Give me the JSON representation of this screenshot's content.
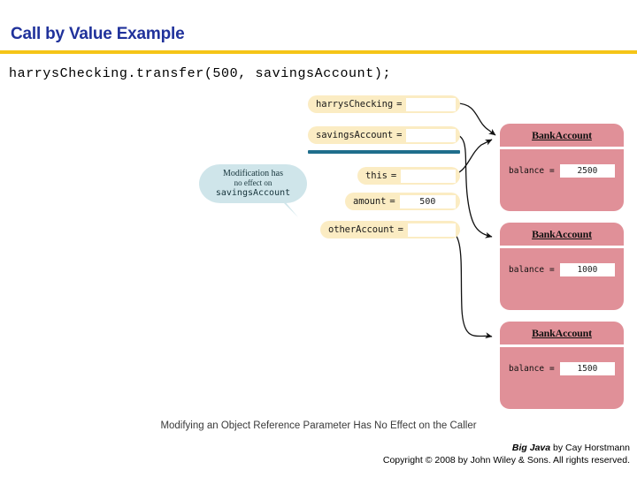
{
  "slide": {
    "title": "Call by Value Example",
    "title_color": "#20329B",
    "rule_color": "#F5C518",
    "code": "harrysChecking.transfer(500, savingsAccount);"
  },
  "diagram": {
    "caller_frame": {
      "variables": [
        {
          "name": "harrysChecking",
          "eq": "=",
          "value": ""
        },
        {
          "name": "savingsAccount",
          "eq": "=",
          "value": ""
        }
      ]
    },
    "divider_color": "#1F6E8C",
    "method_frame": {
      "variables": [
        {
          "name": "this",
          "eq": "=",
          "value": ""
        },
        {
          "name": "amount",
          "eq": "=",
          "value": "500"
        },
        {
          "name": "otherAccount",
          "eq": "=",
          "value": ""
        }
      ]
    },
    "objects": [
      {
        "type": "BankAccount",
        "field_label": "balance",
        "field_eq": "=",
        "field_value": "2500"
      },
      {
        "type": "BankAccount",
        "field_label": "balance",
        "field_eq": "=",
        "field_value": "1000"
      },
      {
        "type": "BankAccount",
        "field_label": "balance",
        "field_eq": "=",
        "field_value": "1500"
      }
    ],
    "object_color": "#E09098",
    "variable_color": "#FBECC3",
    "callout": {
      "line1": "Modification has",
      "line2": "no effect on",
      "line3": "savingsAccount",
      "color": "#CFE5EA"
    },
    "caption": "Modifying an Object Reference Parameter Has No Effect on the Caller"
  },
  "footer": {
    "book": "Big Java",
    "byline": " by Cay Horstmann",
    "copyright": "Copyright © 2008 by John Wiley & Sons.  All rights reserved."
  }
}
